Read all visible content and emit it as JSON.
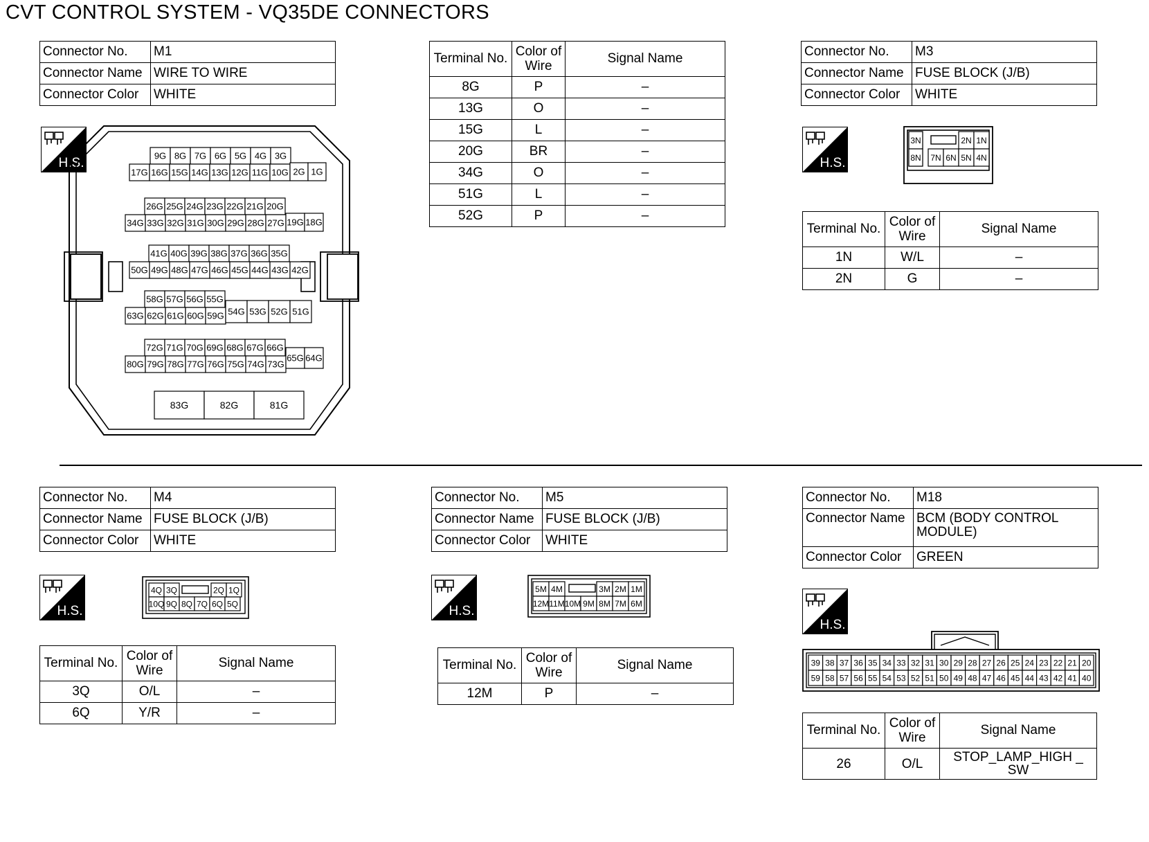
{
  "title": "CVT CONTROL SYSTEM - VQ35DE CONNECTORS",
  "labels": {
    "connector_no": "Connector No.",
    "connector_name": "Connector Name",
    "connector_color": "Connector Color",
    "terminal_no": "Terminal No.",
    "color_of_wire": "Color of Wire",
    "signal_name": "Signal Name",
    "hs": "H.S."
  },
  "connectors": [
    {
      "no": "M1",
      "name": "WIRE TO WIRE",
      "color": "WHITE",
      "terminals": [
        {
          "terminal": "8G",
          "wire": "P",
          "signal": "–"
        },
        {
          "terminal": "13G",
          "wire": "O",
          "signal": "–"
        },
        {
          "terminal": "15G",
          "wire": "L",
          "signal": "–"
        },
        {
          "terminal": "20G",
          "wire": "BR",
          "signal": "–"
        },
        {
          "terminal": "34G",
          "wire": "O",
          "signal": "–"
        },
        {
          "terminal": "51G",
          "wire": "L",
          "signal": "–"
        },
        {
          "terminal": "52G",
          "wire": "P",
          "signal": "–"
        }
      ],
      "pin_rows": [
        [
          "9G",
          "8G",
          "7G",
          "6G",
          "5G",
          "4G",
          "3G"
        ],
        [
          "17G",
          "16G",
          "15G",
          "14G",
          "13G",
          "12G",
          "11G",
          "10G"
        ],
        [
          "2G",
          "1G"
        ],
        [
          "26G",
          "25G",
          "24G",
          "23G",
          "22G",
          "21G",
          "20G"
        ],
        [
          "34G",
          "33G",
          "32G",
          "31G",
          "30G",
          "29G",
          "28G",
          "27G"
        ],
        [
          "19G",
          "18G"
        ],
        [
          "41G",
          "40G",
          "39G",
          "38G",
          "37G",
          "36G",
          "35G"
        ],
        [
          "50G",
          "49G",
          "48G",
          "47G",
          "46G",
          "45G",
          "44G",
          "43G",
          "42G"
        ],
        [
          "58G",
          "57G",
          "56G",
          "55G"
        ],
        [
          "63G",
          "62G",
          "61G",
          "60G",
          "59G"
        ],
        [
          "54G",
          "53G",
          "52G",
          "51G"
        ],
        [
          "72G",
          "71G",
          "70G",
          "69G",
          "68G",
          "67G",
          "66G"
        ],
        [
          "80G",
          "79G",
          "78G",
          "77G",
          "76G",
          "75G",
          "74G",
          "73G"
        ],
        [
          "65G",
          "64G"
        ],
        [
          "83G",
          "82G",
          "81G"
        ]
      ]
    },
    {
      "no": "M3",
      "name": "FUSE BLOCK (J/B)",
      "color": "WHITE",
      "terminals": [
        {
          "terminal": "1N",
          "wire": "W/L",
          "signal": "–"
        },
        {
          "terminal": "2N",
          "wire": "G",
          "signal": "–"
        }
      ],
      "pin_rows": [
        [
          "3N",
          "2N",
          "1N"
        ],
        [
          "8N",
          "7N",
          "6N",
          "5N",
          "4N"
        ]
      ]
    },
    {
      "no": "M4",
      "name": "FUSE BLOCK (J/B)",
      "color": "WHITE",
      "terminals": [
        {
          "terminal": "3Q",
          "wire": "O/L",
          "signal": "–"
        },
        {
          "terminal": "6Q",
          "wire": "Y/R",
          "signal": "–"
        }
      ],
      "pin_rows": [
        [
          "4Q",
          "3Q",
          "2Q",
          "1Q"
        ],
        [
          "10Q",
          "9Q",
          "8Q",
          "7Q",
          "6Q",
          "5Q"
        ]
      ]
    },
    {
      "no": "M5",
      "name": "FUSE BLOCK (J/B)",
      "color": "WHITE",
      "terminals": [
        {
          "terminal": "12M",
          "wire": "P",
          "signal": "–"
        }
      ],
      "pin_rows": [
        [
          "5M",
          "4M",
          "3M",
          "2M",
          "1M"
        ],
        [
          "12M",
          "11M",
          "10M",
          "9M",
          "8M",
          "7M",
          "6M"
        ]
      ]
    },
    {
      "no": "M18",
      "name": "BCM (BODY CONTROL MODULE)",
      "color": "GREEN",
      "terminals": [
        {
          "terminal": "26",
          "wire": "O/L",
          "signal": "STOP_LAMP_HIGH _ SW"
        }
      ],
      "pin_rows": [
        [
          "39",
          "38",
          "37",
          "36",
          "35",
          "34",
          "33",
          "32",
          "31",
          "30",
          "29",
          "28",
          "27",
          "26",
          "25",
          "24",
          "23",
          "22",
          "21",
          "20"
        ],
        [
          "59",
          "58",
          "57",
          "56",
          "55",
          "54",
          "53",
          "52",
          "51",
          "50",
          "49",
          "48",
          "47",
          "46",
          "45",
          "44",
          "43",
          "42",
          "41",
          "40"
        ]
      ]
    }
  ]
}
